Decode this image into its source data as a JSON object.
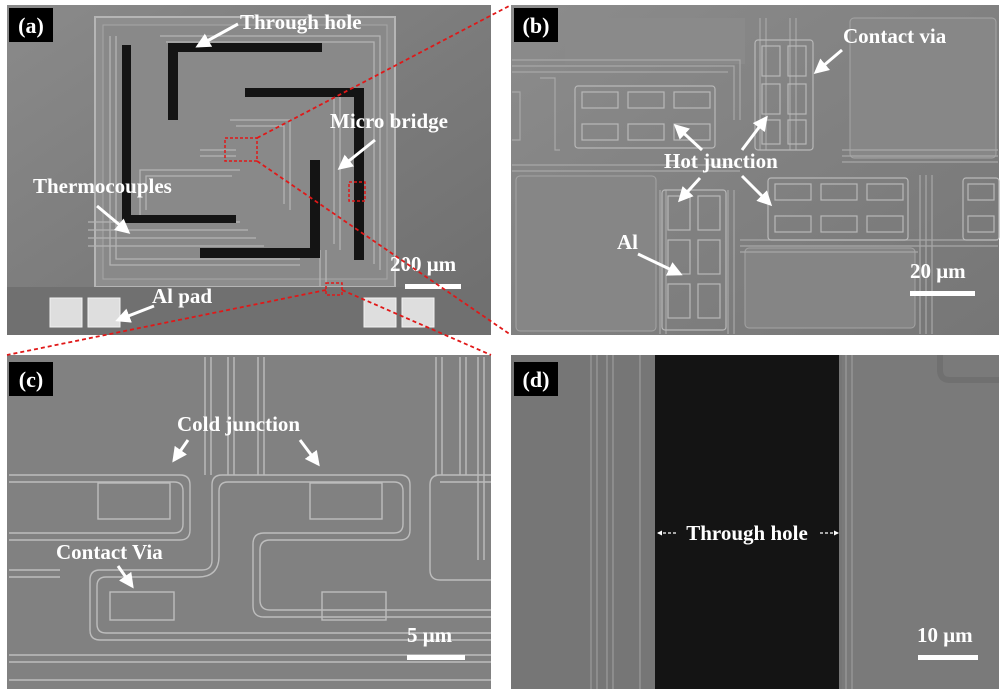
{
  "panels": {
    "a": {
      "tag": "(a)",
      "labels": {
        "through_hole": "Through hole",
        "micro_bridge": "Micro bridge",
        "thermocouples": "Thermocouples",
        "al_pad": "Al pad"
      },
      "scale_bar": "200 μm"
    },
    "b": {
      "tag": "(b)",
      "labels": {
        "contact_via": "Contact via",
        "hot_junction": "Hot junction",
        "al": "Al"
      },
      "scale_bar": "20 μm"
    },
    "c": {
      "tag": "(c)",
      "labels": {
        "cold_junction": "Cold junction",
        "contact_via": "Contact Via"
      },
      "scale_bar": "5 μm"
    },
    "d": {
      "tag": "(d)",
      "labels": {
        "through_hole": "Through hole"
      },
      "scale_bar": "10 μm"
    }
  },
  "colors": {
    "sem_gray": "#7c7c7c",
    "hole_black": "#141414",
    "zoom_lines": "#e01818",
    "annotation": "#ffffff"
  }
}
